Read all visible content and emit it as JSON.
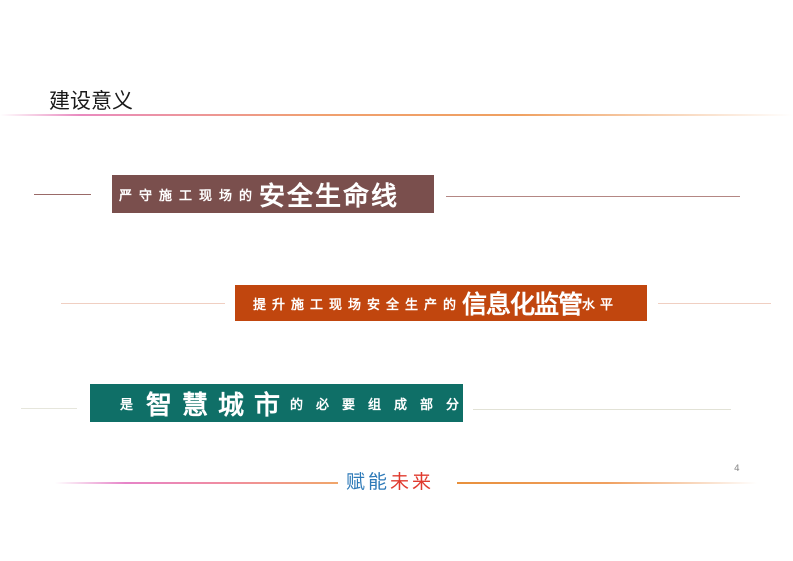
{
  "header": {
    "title": "建设意义"
  },
  "statements": [
    {
      "prefix": "严守施工现场的",
      "highlight": "安全生命线",
      "suffix": "",
      "color": "#7a4f4d"
    },
    {
      "prefix": "提升施工现场安全生产的",
      "highlight": "信息化监管",
      "suffix": "水平",
      "color": "#c1460e"
    },
    {
      "prefix": "是",
      "highlight": "智慧城市",
      "suffix": "的必要组成部分",
      "color": "#0f6f67"
    }
  ],
  "footer": {
    "part1": "赋能",
    "part2": "未来",
    "part1_color": "#2e7ab8",
    "part2_color": "#e03a2e"
  },
  "page_number": "4"
}
